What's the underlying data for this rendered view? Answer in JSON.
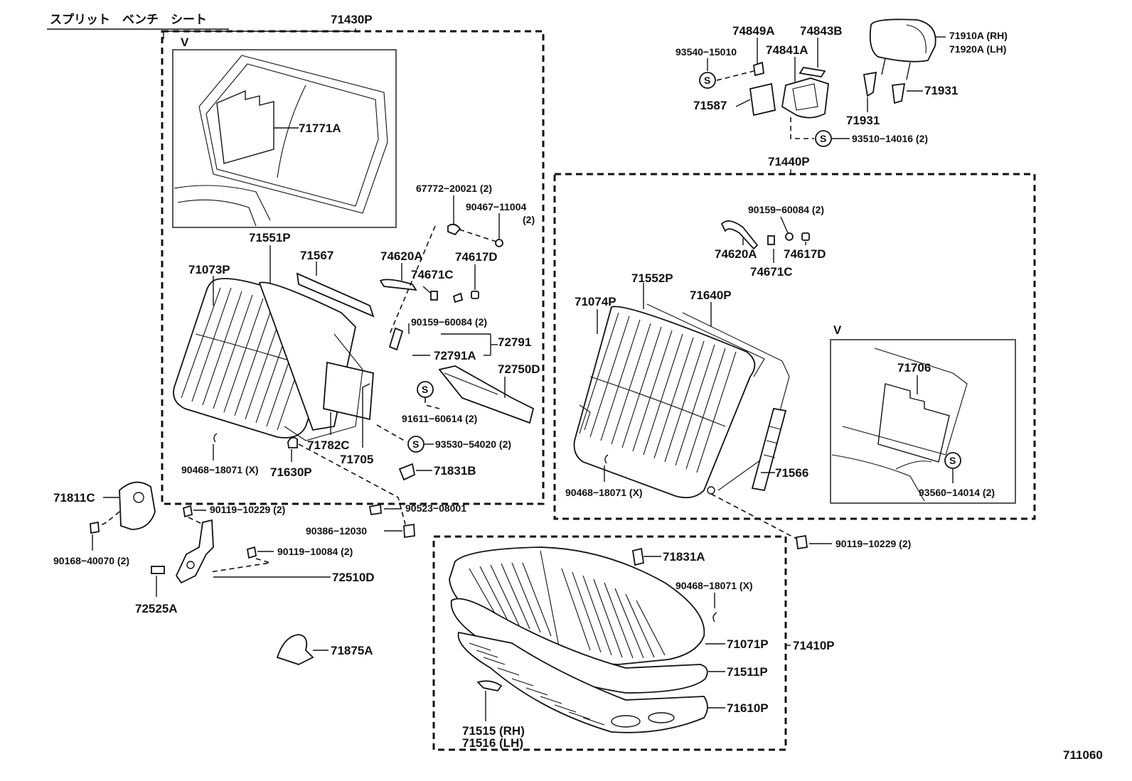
{
  "title": "スプリット　ベンチ　シート",
  "figure_number": "711060",
  "view_marker": "V",
  "sub_assemblies": [
    {
      "id": "sa-71430p",
      "label": "71430P"
    },
    {
      "id": "sa-71440p",
      "label": "71440P"
    },
    {
      "id": "sa-71410p",
      "label": "71410P"
    }
  ],
  "callouts": {
    "c71430p_71771a": "71771A",
    "c71551p": "71551P",
    "c71567": "71567",
    "c71073p": "71073P",
    "c67772": "67772−20021 (2)",
    "c90467": "90467−11004",
    "c90467q": "(2)",
    "c74620a_l": "74620A",
    "c74617d_l": "74617D",
    "c74671c_l": "74671C",
    "c90159_l": "90159−60084 (2)",
    "c72791": "72791",
    "c72791a": "72791A",
    "c72750d": "72750D",
    "c91611": "91611−60614 (2)",
    "c93530": "93530−54020 (2)",
    "c71782c": "71782C",
    "c71705": "71705",
    "c71630p": "71630P",
    "c90468_l": "90468−18071 (X)",
    "c71831b": "71831B",
    "c71811c": "71811C",
    "c90119_10229_l": "90119−10229 (2)",
    "c90523": "90523−08001",
    "c90386": "90386−12030",
    "c90168": "90168−40070 (2)",
    "c90119_10084": "90119−10084 (2)",
    "c72510d": "72510D",
    "c72525a": "72525A",
    "c71875a": "71875A",
    "c74849a": "74849A",
    "c74843b": "74843B",
    "c93540": "93540−15010",
    "c74841a": "74841A",
    "c71587": "71587",
    "c71910a": "71910A (RH)",
    "c71920a": "71920A (LH)",
    "c71931_r": "71931",
    "c71931_l": "71931",
    "c93510": "93510−14016 (2)",
    "c90159_r": "90159−60084 (2)",
    "c74620a_r": "74620A",
    "c74617d_r": "74617D",
    "c74671c_r": "74671C",
    "c71552p": "71552P",
    "c71074p": "71074P",
    "c71640p": "71640P",
    "c71706": "71706",
    "c71566": "71566",
    "c90468_r": "90468−18071 (X)",
    "c93560": "93560−14014 (2)",
    "c90119_10229_r": "90119−10229 (2)",
    "c71831a": "71831A",
    "c90468_b": "90468−18071 (X)",
    "c71071p": "71071P",
    "c71511p": "71511P",
    "c71610p": "71610P",
    "c71515": "71515 (RH)",
    "c71516": "71516 (LH)"
  },
  "symbols": {
    "screw_marker": "S"
  }
}
